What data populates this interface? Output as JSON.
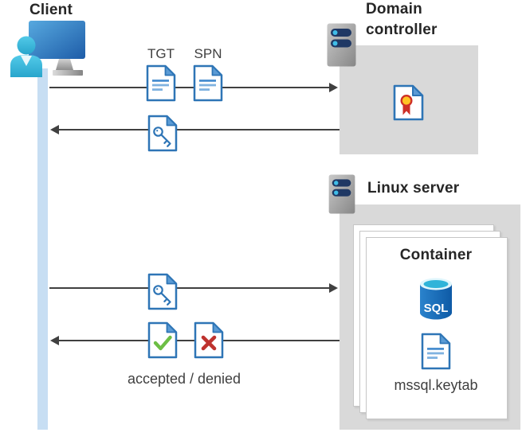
{
  "client": {
    "label": "Client"
  },
  "domain_controller": {
    "label_line1": "Domain",
    "label_line2": "controller"
  },
  "linux_server": {
    "label": "Linux server"
  },
  "container": {
    "title": "Container",
    "sql_badge": "SQL",
    "keytab_filename": "mssql.keytab"
  },
  "messages": {
    "tgt": "TGT",
    "spn": "SPN",
    "result": "accepted / denied"
  },
  "colors": {
    "doc_border_blue": "#2E75B6",
    "doc_fold_blue": "#5B9BD5",
    "doc_text_line_blue": "#7FB2E0",
    "box_gray": "#D9D9D9",
    "lifeline_blue": "#C7DEF3",
    "arrow_gray": "#404040",
    "check_green": "#6CBE45",
    "cross_red": "#BE322E",
    "ribbon_yellow": "#FFC423",
    "ribbon_red": "#CE2F26",
    "server_bar_navy": "#1F3864",
    "server_dot_cyan": "#3FBDE8",
    "sql_body_blue": "#1468B3",
    "sql_top_cyan": "#2FB4D9",
    "monitor_blue_start": "#57A9DF",
    "monitor_blue_end": "#1E5CA8",
    "person_cyan": "#3FC0E3",
    "heading_text": "#262626",
    "caption_text": "#404040"
  }
}
